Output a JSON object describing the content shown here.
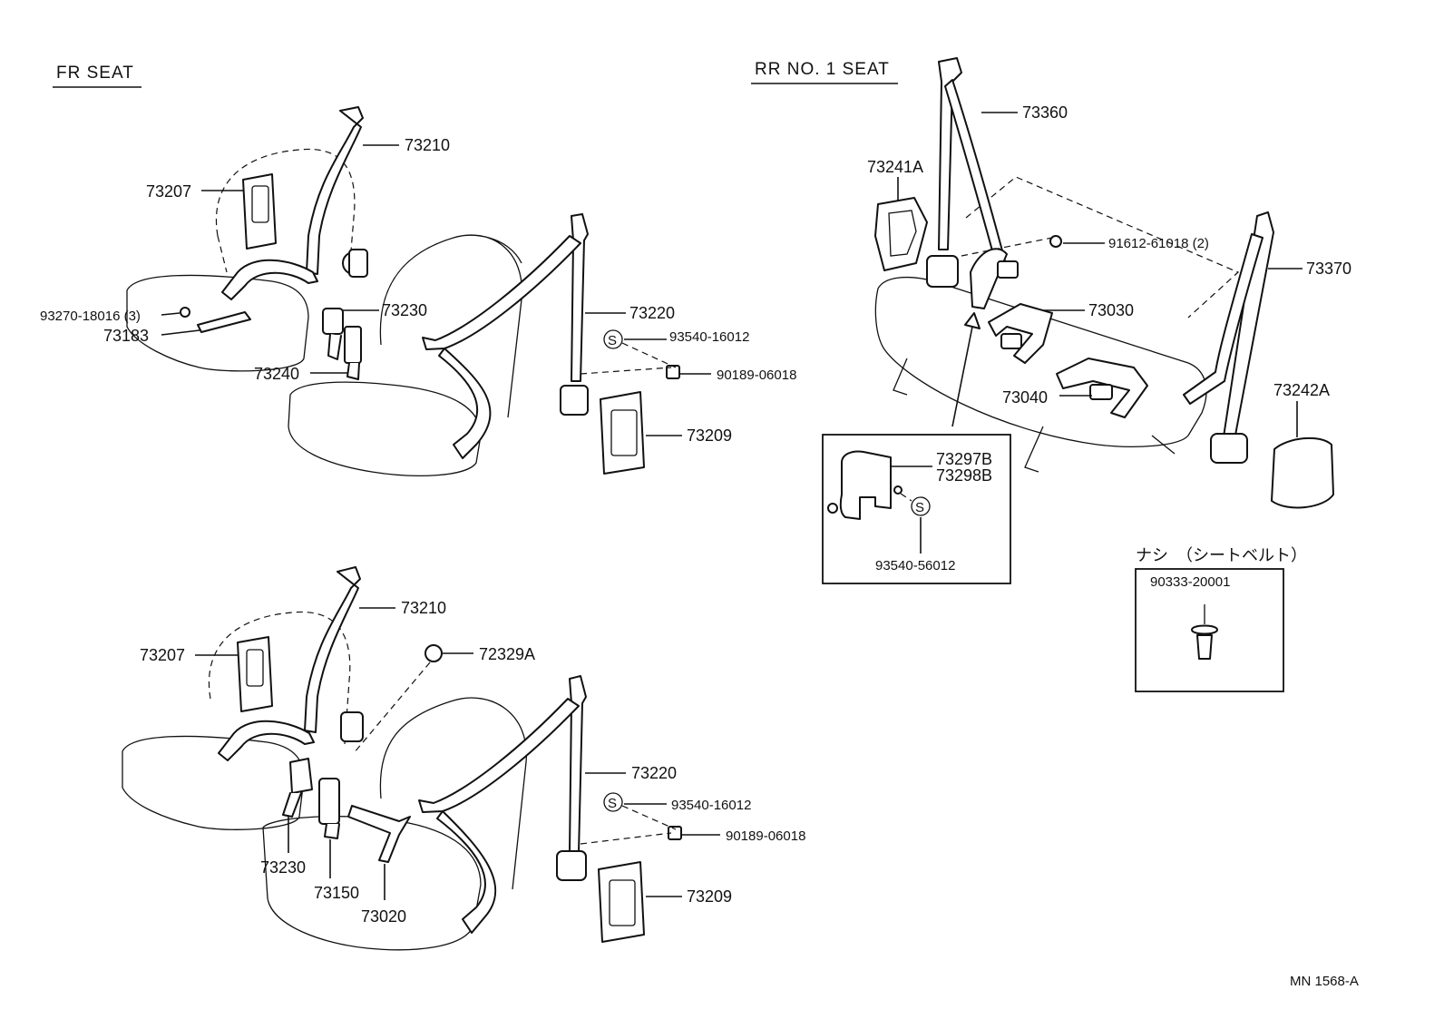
{
  "sections": {
    "front_seat_header": "FR SEAT",
    "rear_seat_header": "RR NO. 1 SEAT"
  },
  "front_upper_labels": {
    "p73210": "73210",
    "p73207": "73207",
    "p93270": "93270-18016 (3)",
    "p73183": "73183",
    "p73230": "73230",
    "p73240": "73240",
    "p73220": "73220",
    "p93540": "93540-16012",
    "p90189": "90189-06018",
    "p73209": "73209"
  },
  "front_lower_labels": {
    "p73210": "73210",
    "p73207": "73207",
    "p72329a": "72329A",
    "p73220": "73220",
    "p93540": "93540-16012",
    "p90189": "90189-06018",
    "p73209": "73209",
    "p73230": "73230",
    "p73150": "73150",
    "p73020": "73020"
  },
  "rear_labels": {
    "p73360": "73360",
    "p73241a": "73241A",
    "p91612": "91612-61018 (2)",
    "p73370": "73370",
    "p73030": "73030",
    "p73040": "73040",
    "p73242a": "73242A",
    "p73297b": "73297B",
    "p73298b": "73298B",
    "p93540": "93540-56012"
  },
  "note_box": {
    "caption": "ナシ　（シートベルト）",
    "part": "90333-20001"
  },
  "symbols": {
    "s": "S"
  },
  "footer": {
    "code": "MN 1568-A"
  }
}
